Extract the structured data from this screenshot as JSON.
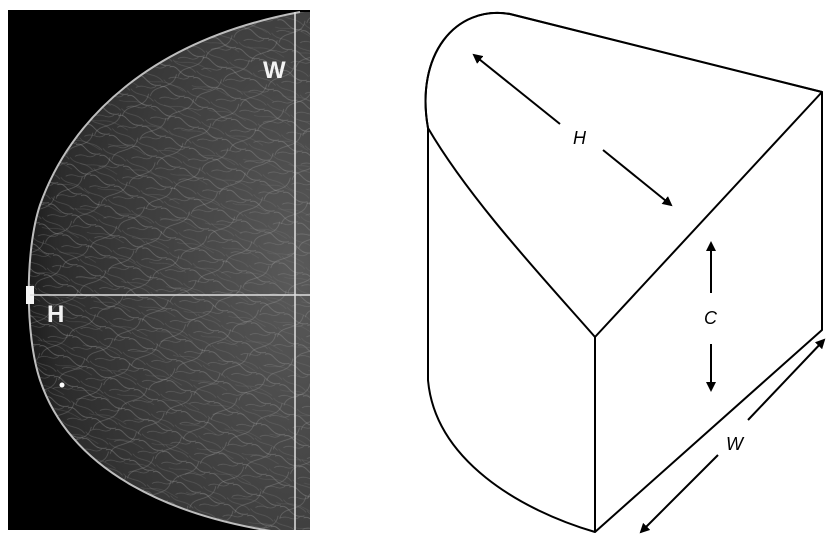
{
  "mammogram": {
    "background_color": "#000000",
    "tissue_color": "#3a3a3a",
    "line_color": "#e0e0e0",
    "label_w": "W",
    "label_h": "H"
  },
  "diagram": {
    "stroke_color": "#000000",
    "fill_color": "#ffffff",
    "label_h": "H",
    "label_c": "C",
    "label_w": "W"
  }
}
